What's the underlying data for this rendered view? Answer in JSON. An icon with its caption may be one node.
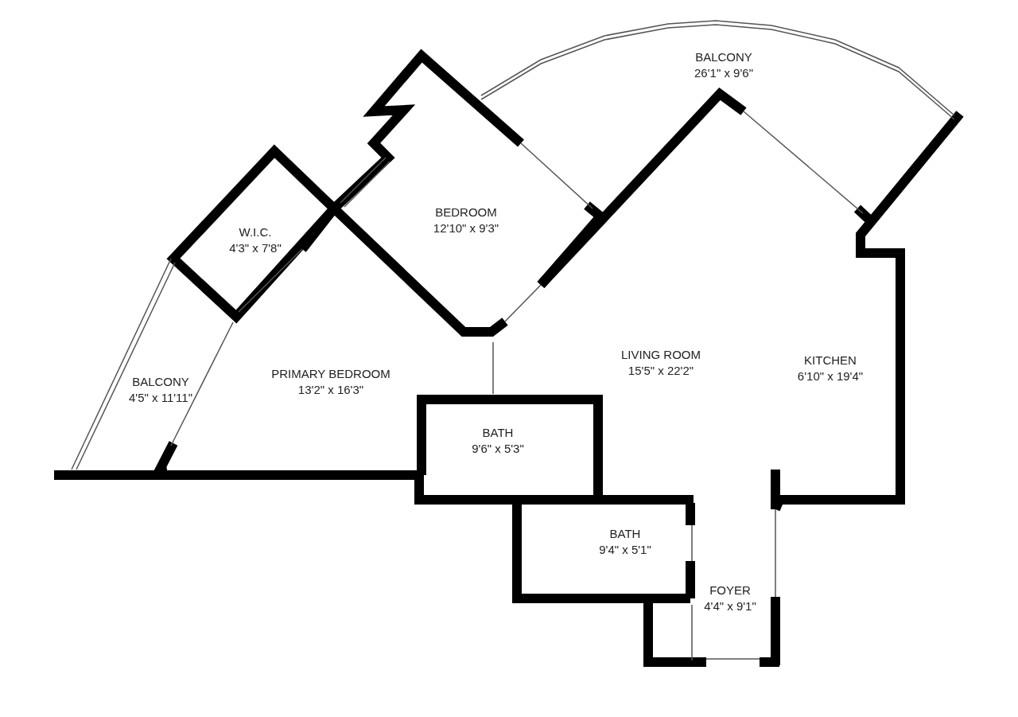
{
  "diagram": {
    "nodes": [
      {
        "text": [
          "BALCONY",
          "26'1\" x 9'6\""
        ]
      },
      {
        "text": [
          "BEDROOM",
          "12'10\" x 9'3\""
        ]
      },
      {
        "text": [
          "W.I.C.",
          "4'3\" x 7'8\""
        ]
      },
      {
        "text": [
          "LIVING ROOM",
          "15'5\" x 22'2\""
        ]
      },
      {
        "text": [
          "KITCHEN",
          "6'10\" x 19'4\""
        ]
      },
      {
        "text": [
          "PRIMARY BEDROOM",
          "13'2\" x 16'3\""
        ]
      },
      {
        "text": [
          "BALCONY",
          "4'5\" x 11'11\""
        ]
      },
      {
        "text": [
          "BATH",
          "9'6\" x 5'3\""
        ]
      },
      {
        "text": [
          "BATH",
          "9'4\" x 5'1\""
        ]
      },
      {
        "text": [
          "FOYER",
          "4'4\" x 9'1\""
        ]
      }
    ]
  }
}
